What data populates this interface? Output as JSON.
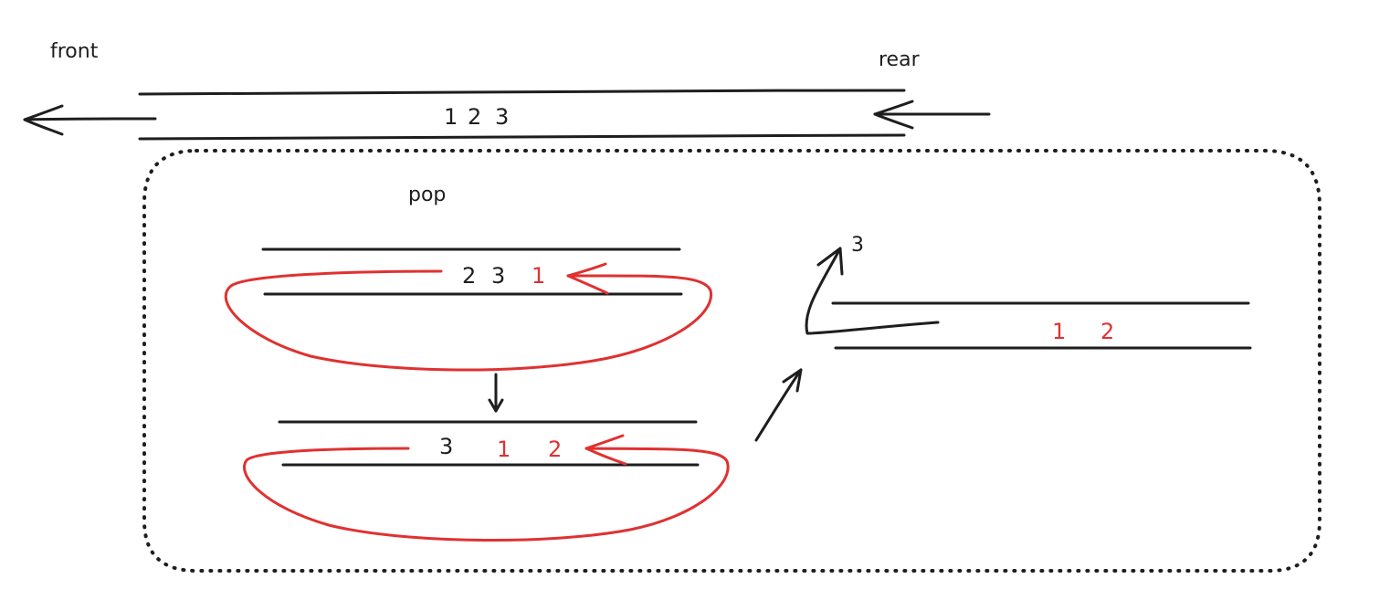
{
  "labels": {
    "front": "front",
    "rear": "rear",
    "pop": "pop"
  },
  "main_queue": {
    "items": [
      "1",
      "2",
      "3"
    ]
  },
  "step1": {
    "items": [
      "2",
      "3",
      "1"
    ]
  },
  "step2": {
    "items": [
      "3",
      "1",
      "2"
    ]
  },
  "popped": {
    "value": "3"
  },
  "result": {
    "items": [
      "1",
      "2"
    ]
  },
  "colors": {
    "ink": "#1e1e1e",
    "highlight": "#e03131"
  }
}
